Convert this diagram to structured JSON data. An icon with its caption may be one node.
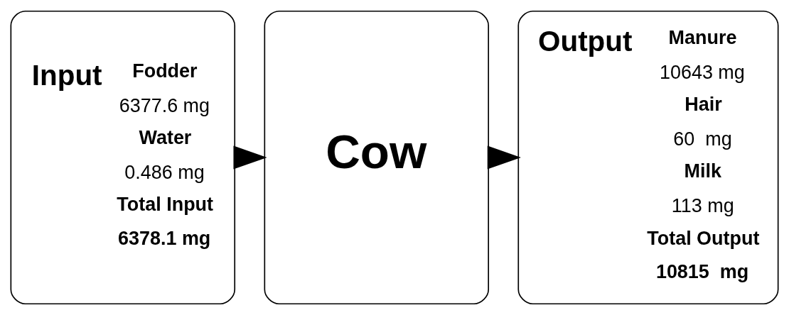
{
  "diagram": {
    "nodes": [
      {
        "text": [
          "Input",
          "Fodder",
          "6377.6 mg",
          "Water",
          "0.486 mg",
          "Total Input",
          "6378.1 mg"
        ]
      },
      {
        "text": [
          "Cow"
        ]
      },
      {
        "text": [
          "Output",
          "Manure",
          "10643 mg",
          "Hair",
          "60  mg",
          "Milk",
          "113 mg",
          "Total Output",
          "10815  mg"
        ]
      }
    ],
    "edges": [
      {
        "from": 0,
        "to": 1,
        "arrow": "to"
      },
      {
        "from": 1,
        "to": 2,
        "arrow": "to"
      }
    ]
  }
}
